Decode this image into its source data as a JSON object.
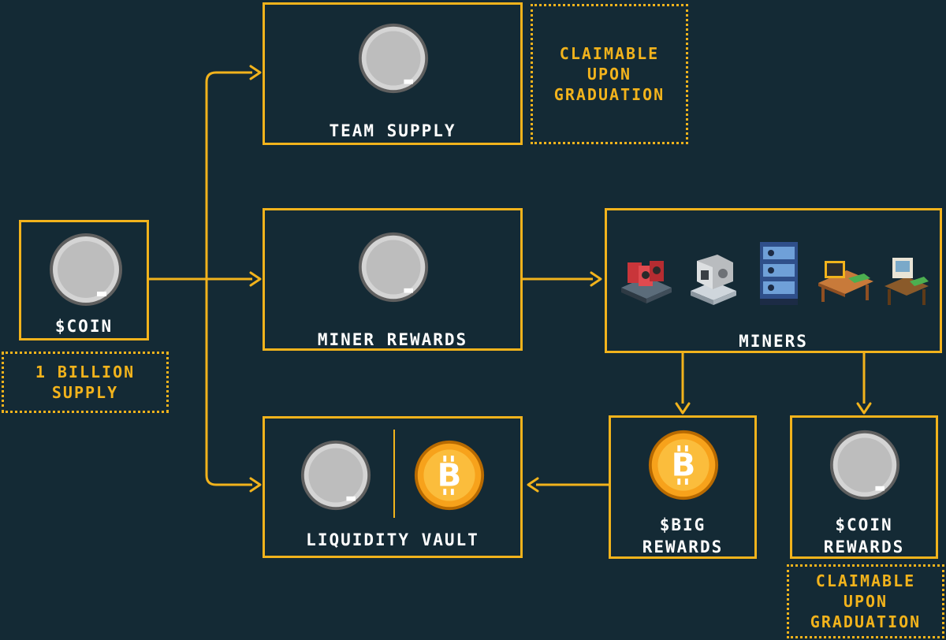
{
  "nodes": {
    "coin": {
      "label": "$COIN",
      "icon": "silver-coin-icon"
    },
    "team_supply": {
      "label": "TEAM SUPPLY",
      "icon": "silver-coin-icon"
    },
    "miner_rewards": {
      "label": "MINER REWARDS",
      "icon": "silver-coin-icon"
    },
    "miners": {
      "label": "MINERS",
      "icons": [
        "gpu-rig-icon",
        "server-box-icon",
        "server-rack-icon",
        "desk-computer-icon",
        "retro-computer-icon"
      ]
    },
    "liquidity_vault": {
      "label": "LIQUIDITY VAULT",
      "icons": [
        "silver-coin-icon",
        "bitcoin-coin-icon"
      ]
    },
    "big_rewards": {
      "label": "$BIG\nREWARDS",
      "icon": "bitcoin-coin-icon"
    },
    "coin_rewards": {
      "label": "$COIN\nREWARDS",
      "icon": "silver-coin-icon"
    }
  },
  "notes": {
    "supply": "1 BILLION\nSUPPLY",
    "team_claim": "CLAIMABLE\nUPON\nGRADUATION",
    "rewards_claim": "CLAIMABLE\nUPON\nGRADUATION"
  },
  "colors": {
    "background": "#142a35",
    "accent": "#f2b31c",
    "text": "#ffffff",
    "silver": "#bdbdbd",
    "bitcoin": "#f7a21b"
  }
}
